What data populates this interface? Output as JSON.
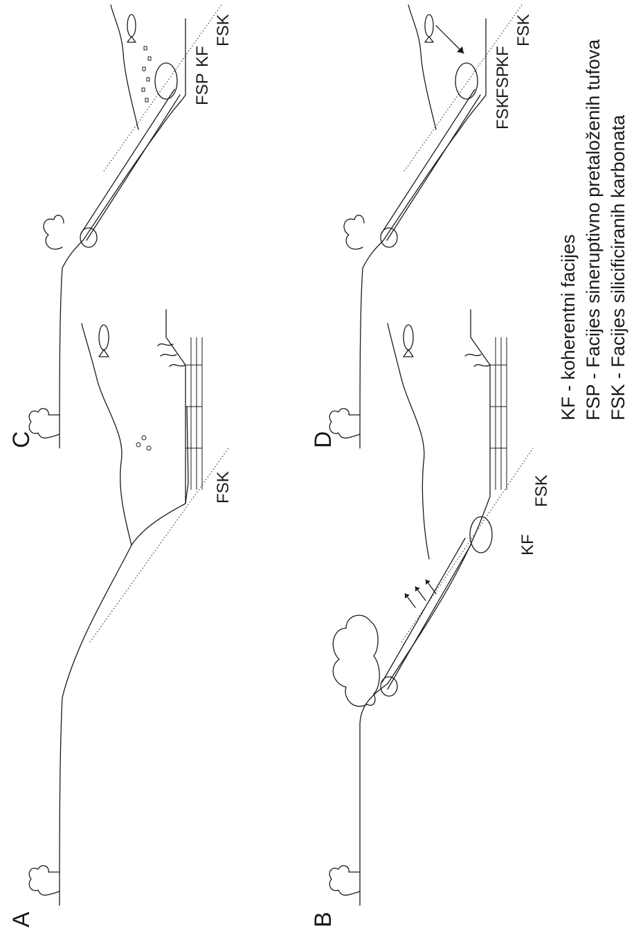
{
  "panels": [
    {
      "id": "A",
      "label": "A",
      "facies": [
        "FSK"
      ]
    },
    {
      "id": "B",
      "label": "B",
      "facies": [
        "KF",
        "FSK"
      ]
    },
    {
      "id": "C",
      "label": "C",
      "facies": [
        "FSP",
        "KF",
        "FSK"
      ]
    },
    {
      "id": "D",
      "label": "D",
      "facies": [
        "FSK",
        "FSP",
        "KF",
        "FSK"
      ]
    }
  ],
  "legend": [
    "KF - koherentni facijes",
    "FSP - Facijes sineruptivno pretaloženih tufova",
    "FSK - Facijes silicificiranih karbonata"
  ],
  "icons": [
    "tree-icon",
    "fish-icon",
    "algae-icon",
    "eruption-cloud-icon",
    "arrow-icon"
  ],
  "colors": {
    "ink": "#1a1a1a",
    "background": "#ffffff"
  }
}
